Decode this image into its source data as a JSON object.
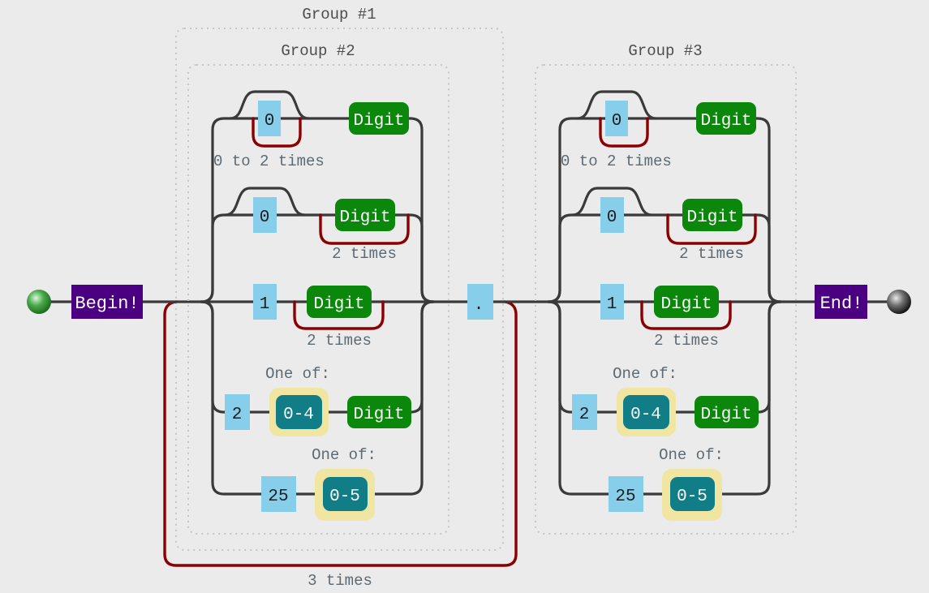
{
  "start": {
    "label": "Begin!"
  },
  "end": {
    "label": "End!"
  },
  "separator": {
    "literal": "."
  },
  "outer_group": {
    "label": "Group #1",
    "repeat_label": "3 times"
  },
  "groups": [
    {
      "label": "Group #2",
      "rows": [
        {
          "literal": "0",
          "charset": "Digit",
          "repeat_label": "0 to 2 times"
        },
        {
          "literal": "0",
          "charset": "Digit",
          "repeat_label": "2 times"
        },
        {
          "literal": "1",
          "charset": "Digit",
          "repeat_label": "2 times"
        },
        {
          "literal": "2",
          "range": "0-4",
          "charset": "Digit",
          "choice_label": "One of:"
        },
        {
          "literal": "25",
          "range": "0-5",
          "choice_label": "One of:"
        }
      ]
    },
    {
      "label": "Group #3",
      "rows": [
        {
          "literal": "0",
          "charset": "Digit",
          "repeat_label": "0 to 2 times"
        },
        {
          "literal": "0",
          "charset": "Digit",
          "repeat_label": "2 times"
        },
        {
          "literal": "1",
          "charset": "Digit",
          "repeat_label": "2 times"
        },
        {
          "literal": "2",
          "range": "0-4",
          "charset": "Digit",
          "choice_label": "One of:"
        },
        {
          "literal": "25",
          "range": "0-5",
          "choice_label": "One of:"
        }
      ]
    }
  ],
  "colors": {
    "background": "#EBEBEB",
    "assertion_purple": "#4B0082",
    "literal_blue": "#87CEEB",
    "charset_green": "#0B870B",
    "range_teal": "#107D87",
    "choice_yellow": "#F0E6A2",
    "repeat_red": "#8B0000",
    "line_dark": "#3A3A3A",
    "group_border": "#C6C6C6"
  }
}
